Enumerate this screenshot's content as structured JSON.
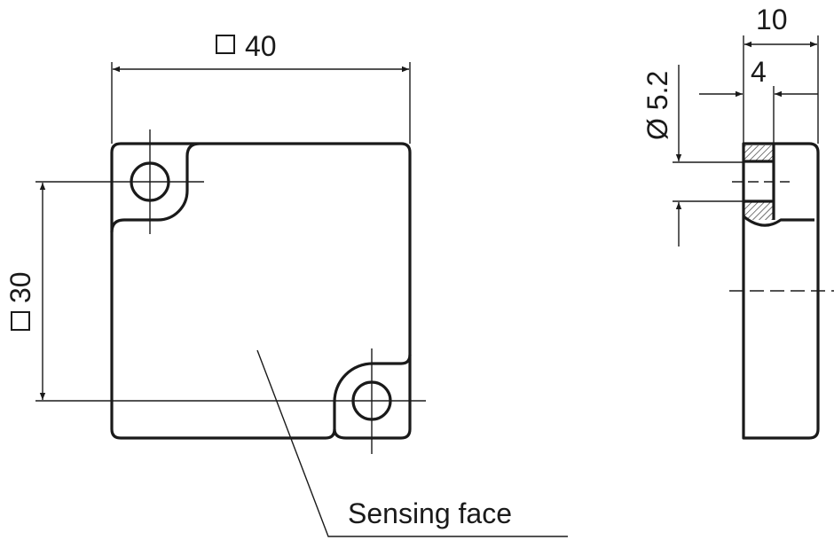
{
  "front_view": {
    "width_dimension": "40",
    "height_dimension": "30",
    "square_symbol": "□",
    "leader_label": "Sensing face"
  },
  "side_view": {
    "thickness_dimension": "10",
    "counterbore_dimension": "4",
    "hole_diameter": "Ø 5.2"
  },
  "colors": {
    "line": "#1a1a1a",
    "background": "#ffffff"
  }
}
